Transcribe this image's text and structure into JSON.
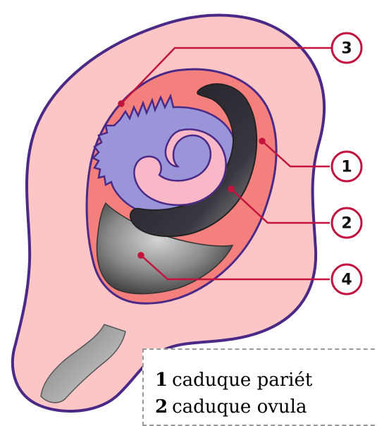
{
  "colors": {
    "uterus_wall": "#fcc6c6",
    "outline": "#4a2a86",
    "decidua": "#f4807e",
    "chorion_villi": "#9a94d8",
    "amniotic_dark": "#2e2a30",
    "embryo": "#f9b8c8",
    "leader_line": "#c2143c",
    "cavity_gray": "#8c8c8c"
  },
  "callouts": [
    {
      "id": "3",
      "label": "3"
    },
    {
      "id": "1",
      "label": "1"
    },
    {
      "id": "2",
      "label": "2"
    },
    {
      "id": "4",
      "label": "4"
    }
  ],
  "legend": [
    {
      "num": "1",
      "text": "caduque pariét"
    },
    {
      "num": "2",
      "text": "caduque ovula"
    }
  ]
}
